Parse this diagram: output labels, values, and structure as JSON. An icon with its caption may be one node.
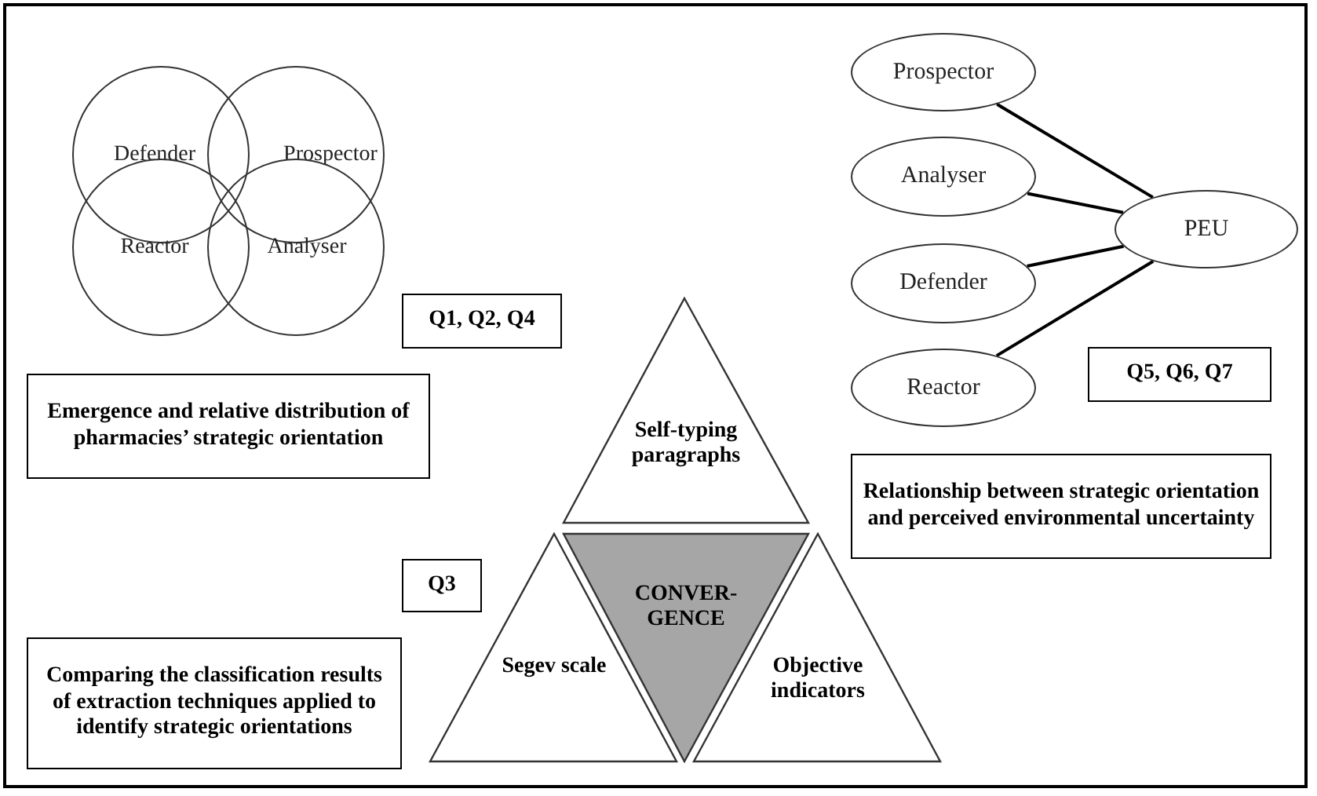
{
  "diagram": {
    "nodes": [
      {
        "text": [
          "Defender"
        ]
      },
      {
        "text": [
          "Prospector"
        ]
      },
      {
        "text": [
          "Reactor"
        ]
      },
      {
        "text": [
          "Analyser"
        ]
      },
      {
        "text": [
          "Prospector"
        ]
      },
      {
        "text": [
          "Analyser"
        ]
      },
      {
        "text": [
          "PEU"
        ]
      },
      {
        "text": [
          "Defender"
        ]
      },
      {
        "text": [
          "Reactor"
        ]
      },
      {
        "text": [
          "Q1, Q2, Q4"
        ]
      },
      {
        "text": [
          "Q5, Q6, Q7"
        ]
      },
      {
        "text": [
          "Emergence and relative distribution of pharmacies’ strategic orientation"
        ]
      },
      {
        "text": [
          "Self-typing paragraphs"
        ]
      },
      {
        "text": [
          "Relationship between strategic orientation and perceived environmental uncertainty"
        ]
      },
      {
        "text": [
          "Q3"
        ]
      },
      {
        "text": [
          "CONVER- GENCE"
        ]
      },
      {
        "text": [
          "Segev scale"
        ]
      },
      {
        "text": [
          "Objective indicators"
        ]
      },
      {
        "text": [
          "Comparing the classification results of extraction techniques applied to identify strategic orientations"
        ]
      }
    ],
    "edges": [
      {
        "from": 4,
        "to": 6,
        "arrow": "none"
      },
      {
        "from": 5,
        "to": 6,
        "arrow": "none"
      },
      {
        "from": 7,
        "to": 6,
        "arrow": "none"
      },
      {
        "from": 8,
        "to": 6,
        "arrow": "none"
      }
    ]
  }
}
